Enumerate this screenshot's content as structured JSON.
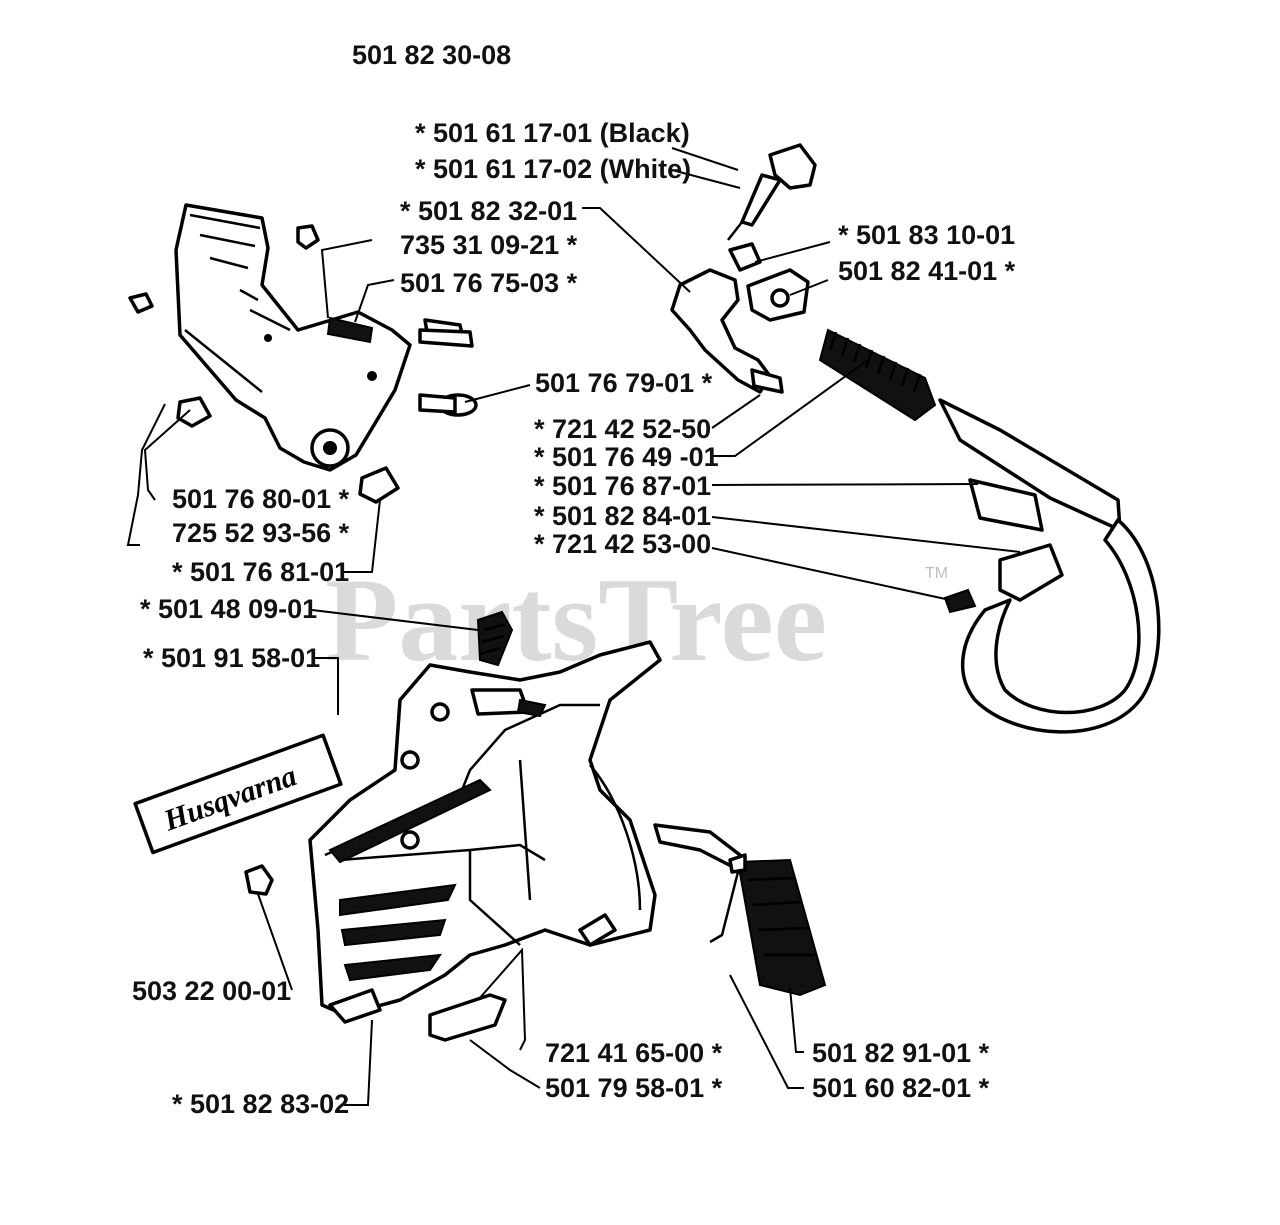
{
  "title": "501 82 30-08",
  "watermark": {
    "text": "PartsTree",
    "trademark": "TM"
  },
  "decal_text": "Husqvarna",
  "labels": [
    "* 501 61 17-01 (Black)",
    "* 501 61 17-02 (White)",
    "* 501 82 32-01",
    "735 31 09-21 *",
    "501 76 75-03 *",
    "* 501 83 10-01",
    "501 82 41-01 *",
    "501 76 79-01 *",
    "* 721 42 52-50",
    "* 501 76 49 -01",
    "* 501 76 87-01",
    "* 501 82 84-01",
    "* 721 42 53-00",
    "501 76 80-01 *",
    "725 52 93-56 *",
    "* 501 76 81-01",
    "* 501 48 09-01",
    "* 501 91 58-01",
    "503 22 00-01",
    "721 41 65-00 *",
    "501 79 58-01 *",
    "501 82 91-01 *",
    "501 60 82-01 *",
    "* 501 82 83-02"
  ]
}
